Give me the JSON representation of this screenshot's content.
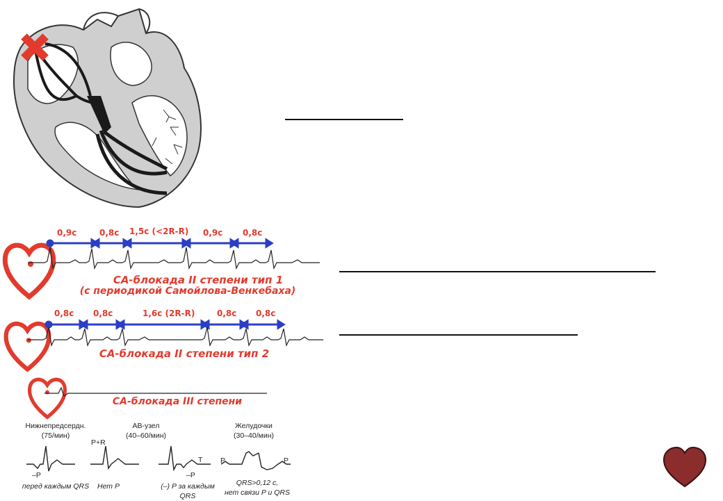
{
  "strip1": {
    "intervals": [
      "0,9с",
      "0,8с",
      "1,5с (<2R-R)",
      "0,9с",
      "0,8с"
    ],
    "caption_line1": "СА-блокада II степени тип 1",
    "caption_line2": "(с периодикой Самойлова-Венкебаха)"
  },
  "strip2": {
    "intervals": [
      "0,8с",
      "0,8с",
      "1,6с (2R-R)",
      "0,8с",
      "0,8с"
    ],
    "caption": "СА-блокада II степени тип 2"
  },
  "strip3": {
    "caption": "СА-блокада III степени"
  },
  "escape_rhythms": {
    "atrial": {
      "title_line1": "Нижнепредсердн.",
      "title_line2": "(75/мин)",
      "label_p": "–P",
      "caption": "перед каждым QRS"
    },
    "av_node": {
      "title_line1": "АВ-узел",
      "title_line2": "(40–60/мин)",
      "label_pr": "P+R",
      "caption_a": "Нет P",
      "label_p": "–P",
      "label_t": "T",
      "caption_b_line1": "(–) P за каждым",
      "caption_b_line2": "QRS"
    },
    "ventricles": {
      "title_line1": "Желудочки",
      "title_line2": "(30–40/мин)",
      "label_p_left": "P",
      "label_p_right": "P",
      "caption_line1": "QRS>0,12 с,",
      "caption_line2": "нет связи P и QRS"
    }
  },
  "colors": {
    "accent_red": "#e23b2e",
    "arrow_blue": "#2b3fc4",
    "heart_icon": "#8b2d2d",
    "heart_fill": "#c9c9c9"
  }
}
